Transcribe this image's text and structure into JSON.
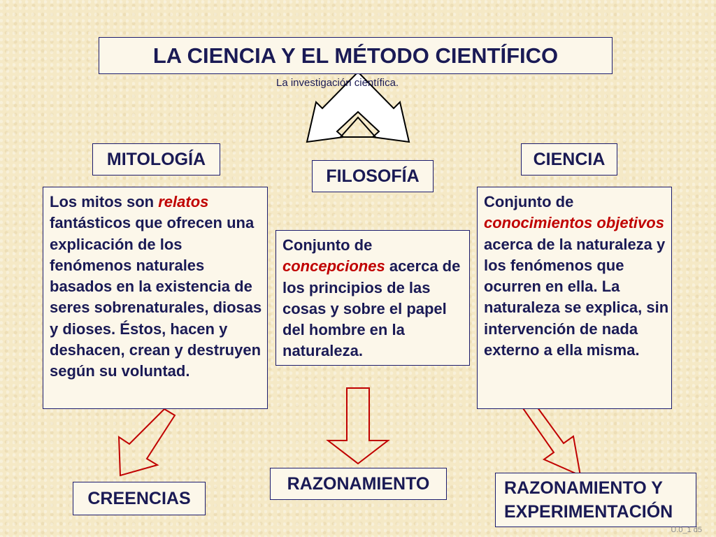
{
  "title": "LA CIENCIA Y EL MÉTODO CIENTÍFICO",
  "subtitle": "La investigación científica.",
  "mitologia": {
    "label": "MITOLOGÍA",
    "text_pre": "Los mitos son ",
    "text_em": "relatos",
    "text_post": " fantásticos que ofrecen una explicación de los fenómenos naturales basados en la existencia de seres sobrenaturales, diosas y dioses. Éstos, hacen y deshacen, crean y destruyen según su voluntad."
  },
  "filosofia": {
    "label": "FILOSOFÍA",
    "text_pre": "Conjunto de ",
    "text_em": "concepciones",
    "text_post": " acerca de los principios de las cosas y sobre el papel del hombre en la naturaleza."
  },
  "ciencia": {
    "label": "CIENCIA",
    "text_pre": "Conjunto de ",
    "text_em": "conocimientos objetivos",
    "text_post": " acerca de la naturaleza y los fenómenos que ocurren en ella. La naturaleza se explica, sin intervención de nada externo a ella misma."
  },
  "outcomes": {
    "creencias": "CREENCIAS",
    "razonamiento": "RAZONAMIENTO",
    "razonamiento_exp_line1": "RAZONAMIENTO Y",
    "razonamiento_exp_line2": "EXPERIMENTACIÓN"
  },
  "footer": "U.0_1 d5",
  "colors": {
    "arrow_red": "#c00000",
    "ink": "#1a1a55",
    "background": "#f5e9c6"
  }
}
